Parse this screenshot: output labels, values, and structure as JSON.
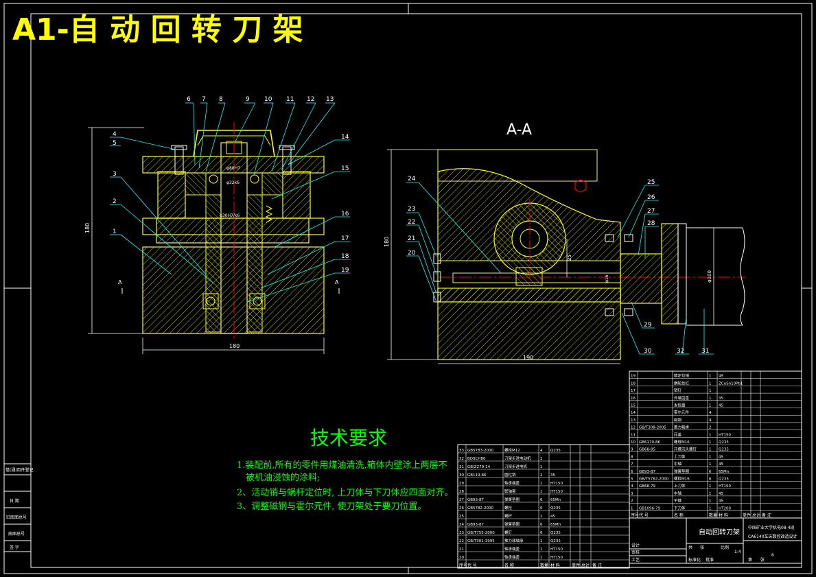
{
  "title": "A1-自 动 回 转 刀 架",
  "section_label": "A-A",
  "section_marker": "A",
  "left_view": {
    "balloons_top": [
      "6",
      "7",
      "8",
      "9",
      "10",
      "11",
      "12",
      "13"
    ],
    "balloons_left": [
      "4",
      "5",
      "3",
      "2",
      "1"
    ],
    "balloons_right": [
      "14",
      "15",
      "16",
      "17",
      "18",
      "19"
    ],
    "dim_height": "180",
    "dim_width": "180",
    "fit_1": "φ80H7",
    "fit_2": "φ32k6",
    "fit_3": "φ30H7/k6"
  },
  "right_view": {
    "balloons_left": [
      "24",
      "23",
      "22",
      "21",
      "20"
    ],
    "balloons_right": [
      "25",
      "26",
      "27",
      "28"
    ],
    "balloons_bottom": [
      "29",
      "30",
      "32",
      "31"
    ],
    "dim_height": "180",
    "dim_width": "190",
    "dim_inner": "25",
    "dim_flange": "φ100",
    "dim_small": "φ16"
  },
  "tech": {
    "title": "技术要求",
    "lines": [
      "1.装配前,所有的零件用煤油清洗,箱体内壁涂上两层不",
      "被机油浸蚀的涂料;",
      "2、活动销与蜗杆定位时, 上刀体与下刀体应四面对齐。",
      "3、调整磁钢与霍尔元件, 使刀架处于要刀位置。"
    ]
  },
  "bom_lower": {
    "header": [
      "序号",
      "代 号",
      "名 称",
      "数量",
      "材 料",
      "单件",
      "总计",
      "备 注"
    ],
    "rows": [
      {
        "no": "33",
        "code": "GB5783-2000",
        "name": "螺栓M12",
        "qty": "4",
        "mat": "Q235"
      },
      {
        "no": "32",
        "code": "BOSCH80",
        "name": "刀架步进电动机",
        "qty": "1",
        "mat": ""
      },
      {
        "no": "31",
        "code": "GB/Z279-24",
        "name": "刀架步进电机",
        "qty": "1",
        "mat": ""
      },
      {
        "no": "30",
        "code": "GB119-86",
        "name": "圆柱销",
        "qty": "2",
        "mat": "35"
      },
      {
        "no": "29",
        "code": "",
        "name": "轴承端盖",
        "qty": "1",
        "mat": "HT150"
      },
      {
        "no": "28",
        "code": "",
        "name": "联轴套",
        "qty": "1",
        "mat": "HT150"
      },
      {
        "no": "27",
        "code": "GB93-87",
        "name": "弹簧垫圈",
        "qty": "6",
        "mat": "65Mn"
      },
      {
        "no": "26",
        "code": "GB5782-2000",
        "name": "螺栓",
        "qty": "6",
        "mat": "Q235"
      },
      {
        "no": "25",
        "code": "",
        "name": "蜗杆",
        "qty": "1",
        "mat": "45"
      },
      {
        "no": "24",
        "code": "GB93-87",
        "name": "弹簧垫圈",
        "qty": "6",
        "mat": "65Mn"
      },
      {
        "no": "23",
        "code": "GB/T755-2000",
        "name": "螺钉",
        "qty": "6",
        "mat": "Q235"
      },
      {
        "no": "22",
        "code": "GB/T301-1995",
        "name": "推力球轴承",
        "qty": "1",
        "mat": "Q235"
      },
      {
        "no": "21",
        "code": "",
        "name": "轴承端盖",
        "qty": "1",
        "mat": "HT150"
      },
      {
        "no": "20",
        "code": "",
        "name": "轴承端盖",
        "qty": "1",
        "mat": "HT150"
      }
    ]
  },
  "bom_upper": {
    "header": [
      "序号",
      "代 号",
      "名 称",
      "数量",
      "材 料",
      "单件",
      "总计",
      "备 注"
    ],
    "rows": [
      {
        "no": "19",
        "code": "",
        "name": "精定位销",
        "qty": "1",
        "mat": "45"
      },
      {
        "no": "18",
        "code": "",
        "name": "蜗轮丝杠",
        "qty": "1",
        "mat": "ZCuSn10Pb1"
      },
      {
        "no": "17",
        "code": "",
        "name": "销钉",
        "qty": "1",
        "mat": ""
      },
      {
        "no": "16",
        "code": "",
        "name": "外端齿盘",
        "qty": "1",
        "mat": "35"
      },
      {
        "no": "15",
        "code": "",
        "name": "发信盘",
        "qty": "1",
        "mat": "45"
      },
      {
        "no": "14",
        "code": "",
        "name": "霍尔元件",
        "qty": "4",
        "mat": ""
      },
      {
        "no": "13",
        "code": "",
        "name": "磁钢",
        "qty": "4",
        "mat": ""
      },
      {
        "no": "12",
        "code": "GB/T308-2005",
        "name": "推力轴承",
        "qty": "2",
        "mat": ""
      },
      {
        "no": "11",
        "code": "",
        "name": "压盖",
        "qty": "1",
        "mat": "HT150"
      },
      {
        "no": "10",
        "code": "GB6170-86",
        "name": "螺母M16",
        "qty": "1",
        "mat": "Q235"
      },
      {
        "no": "9",
        "code": "GB68-85",
        "name": "开槽沉头螺钉",
        "qty": "1",
        "mat": "Q235"
      },
      {
        "no": "8",
        "code": "",
        "name": "上刀体",
        "qty": "1",
        "mat": "45"
      },
      {
        "no": "7",
        "code": "",
        "name": "中轴",
        "qty": "1",
        "mat": "45"
      },
      {
        "no": "6",
        "code": "GB93-87",
        "name": "弹簧垫圈",
        "qty": "6",
        "mat": "65Mn"
      },
      {
        "no": "5",
        "code": "GB/T5782-2000",
        "name": "螺栓M16",
        "qty": "6",
        "mat": "Q235"
      },
      {
        "no": "4",
        "code": "GB68-79",
        "name": "上刀体",
        "qty": "1",
        "mat": "HT150"
      },
      {
        "no": "3",
        "code": "",
        "name": "中轴",
        "qty": "1",
        "mat": "45"
      },
      {
        "no": "2",
        "code": "",
        "name": "平键",
        "qty": "1",
        "mat": "45"
      },
      {
        "no": "1",
        "code": "GB1096-79",
        "name": "下刀体",
        "qty": "1",
        "mat": "HT200"
      }
    ]
  },
  "title_block": {
    "drawing_name": "自动回转刀架",
    "school": "中国矿业大学机电08-4班",
    "project": "CA6140车床数控改造设计",
    "sheet": "6",
    "scale": "1:4",
    "labels": [
      "设计",
      "审核",
      "工艺",
      "标准化",
      "批准",
      "比例",
      "共",
      "张",
      "第",
      "张"
    ]
  },
  "side_tabs": [
    "借(通)用件登记",
    "旧底图总号",
    "底图总号",
    "签 字",
    "日 期"
  ],
  "colors": {
    "background": "#000000",
    "frame": "#ffffff",
    "part": "#ffff00",
    "centerline": "#ff0000",
    "leader": "#00ffff",
    "text": "#00ff00",
    "title": "#ffff00"
  }
}
